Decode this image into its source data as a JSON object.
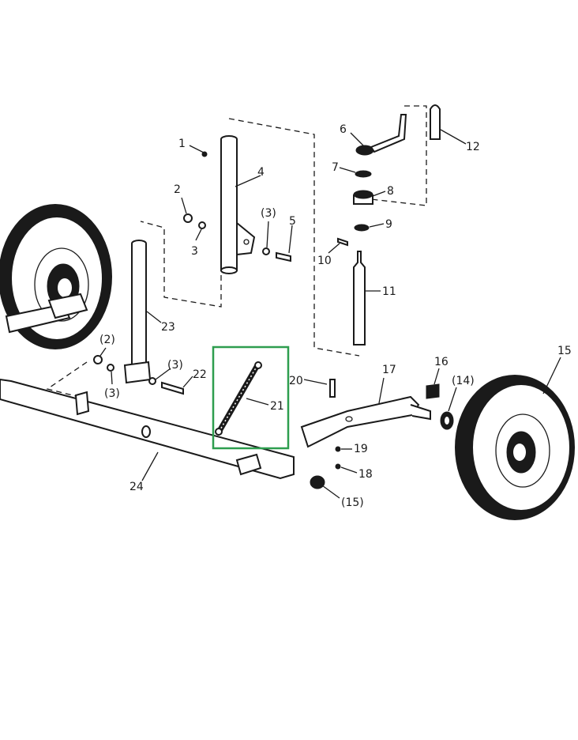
{
  "labels": {
    "p1": "1",
    "p2": "2",
    "p3": "3",
    "p3b": "(3)",
    "p4": "4",
    "p5": "5",
    "p6": "6",
    "p7": "7",
    "p8": "8",
    "p9": "9",
    "p10": "10",
    "p11": "11",
    "p12": "12",
    "p2b": "(2)",
    "p3c": "(3)",
    "p3d": "(3)",
    "p22": "22",
    "p23": "23",
    "p21": "21",
    "p20": "20",
    "p17": "17",
    "p16": "16",
    "p14": "(14)",
    "p15": "15",
    "p19": "19",
    "p18": "18",
    "p15b": "(15)",
    "p24": "24"
  },
  "highlight": {
    "color": "#2e9e4f",
    "part": "21"
  }
}
